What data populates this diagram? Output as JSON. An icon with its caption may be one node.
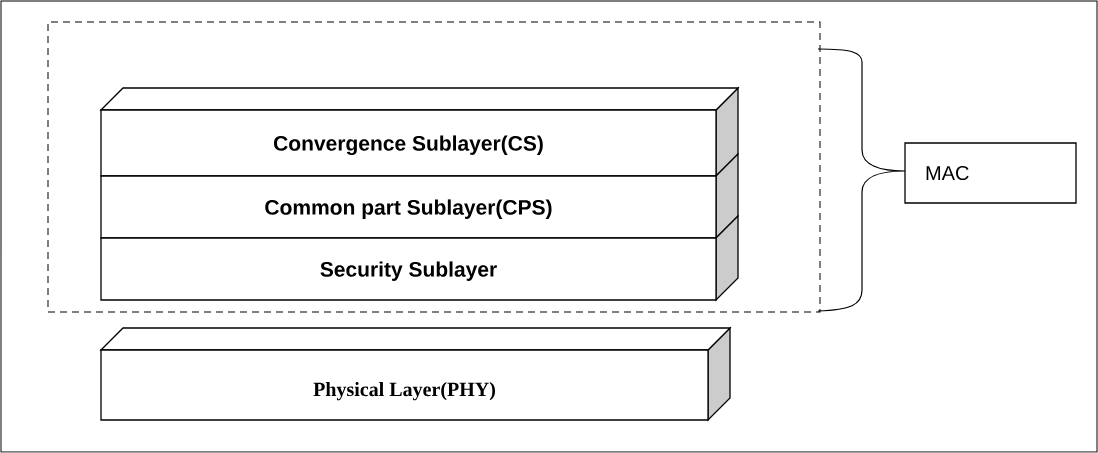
{
  "diagram": {
    "nodes": [
      {
        "text": [],
        "shape": "box"
      },
      {
        "text": [
          "Convergence Sublayer(CS)"
        ],
        "in": 0
      },
      {
        "text": [
          "Common part Sublayer(CPS)"
        ],
        "in": 0
      },
      {
        "text": [
          "Security Sublayer"
        ],
        "in": 0
      },
      {
        "text": [
          "Physical Layer(PHY)"
        ]
      },
      {
        "text": [
          "MAC"
        ]
      }
    ]
  }
}
